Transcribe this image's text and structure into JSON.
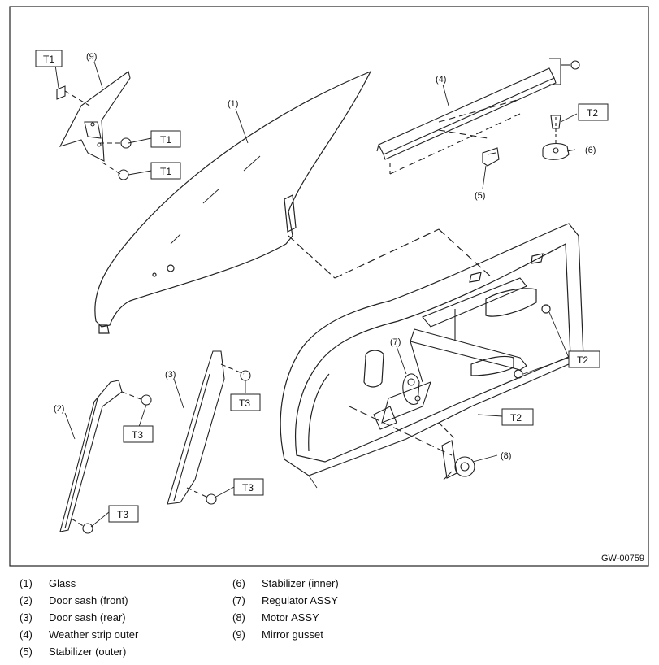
{
  "figure_id": "GW-00759",
  "callouts": [
    "(1)",
    "(2)",
    "(3)",
    "(4)",
    "(5)",
    "(6)",
    "(7)",
    "(8)",
    "(9)"
  ],
  "torque_labels": {
    "t1": "T1",
    "t2": "T2",
    "t3": "T3"
  },
  "legend": [
    {
      "num": "(1)",
      "label": "Glass"
    },
    {
      "num": "(2)",
      "label": "Door sash (front)"
    },
    {
      "num": "(3)",
      "label": "Door sash (rear)"
    },
    {
      "num": "(4)",
      "label": "Weather strip outer"
    },
    {
      "num": "(5)",
      "label": "Stabilizer (outer)"
    },
    {
      "num": "(6)",
      "label": "Stabilizer (inner)"
    },
    {
      "num": "(7)",
      "label": "Regulator ASSY"
    },
    {
      "num": "(8)",
      "label": "Motor ASSY"
    },
    {
      "num": "(9)",
      "label": "Mirror gusset"
    }
  ]
}
